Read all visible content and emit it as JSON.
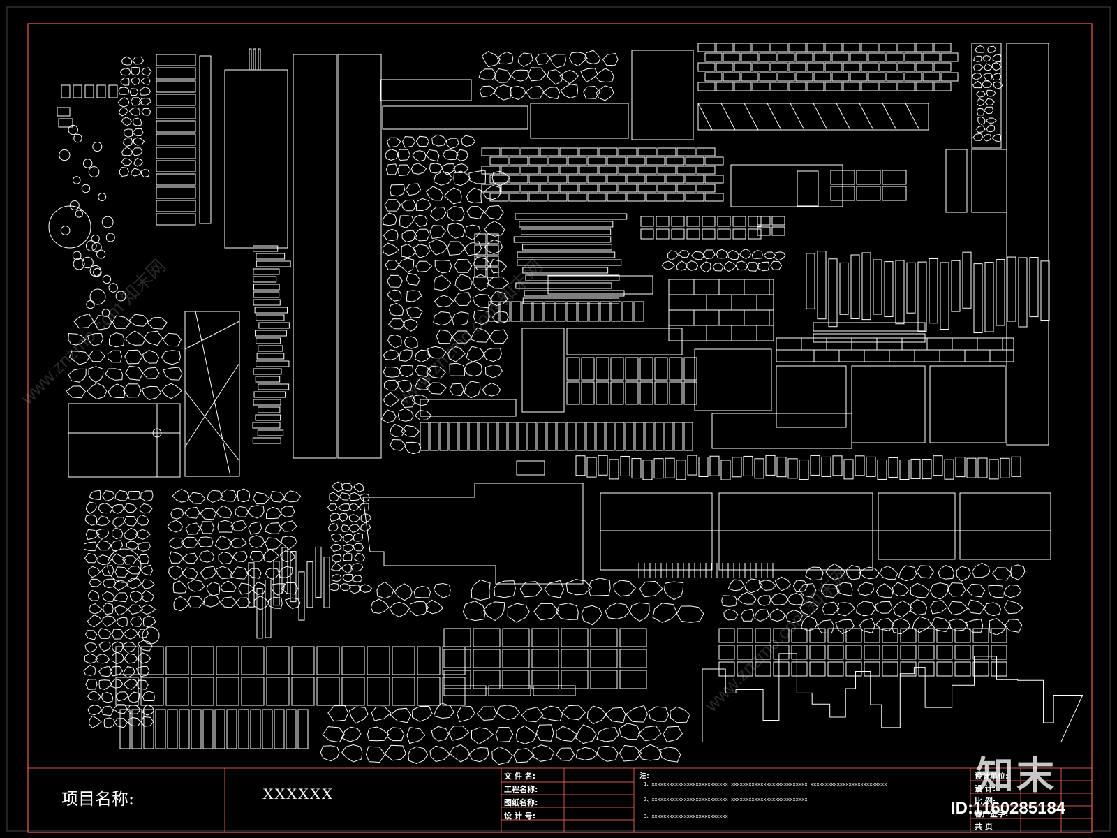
{
  "title_block": {
    "project_label": "项目名称:",
    "project_value": "XXXXXX",
    "fields": [
      "文 件 名:",
      "工程名称:",
      "图纸名称:",
      "设 计 号:"
    ],
    "note_title": "注:",
    "notes": [
      "1、xxxxxxxxxxxxxxxxxxxxxxxxxx    xxxxxxxxxxxxxxxxxxxxxxxxxx    xxxxxxxxxxxxxxxxxxxxxxxxxx",
      "2、xxxxxxxxxxxxxxxxxxxxxxxxxx    xxxxxxxxxxxxxxxxxxxxxxxxxx",
      "3、xxxxxxxxxxxxxxxxxxxxxxxxxx"
    ],
    "right_fields": [
      "设计单位:",
      "设    计:",
      "比    例:",
      "客户签字:",
      "共    页"
    ]
  },
  "watermark": {
    "logo": "知末",
    "id_text": "ID:1160285184",
    "diagonal": "www.znzmo.com  知末网"
  },
  "colors": {
    "background": "#000000",
    "frame_border": "#d45a4a",
    "linework": "#ffffff"
  }
}
